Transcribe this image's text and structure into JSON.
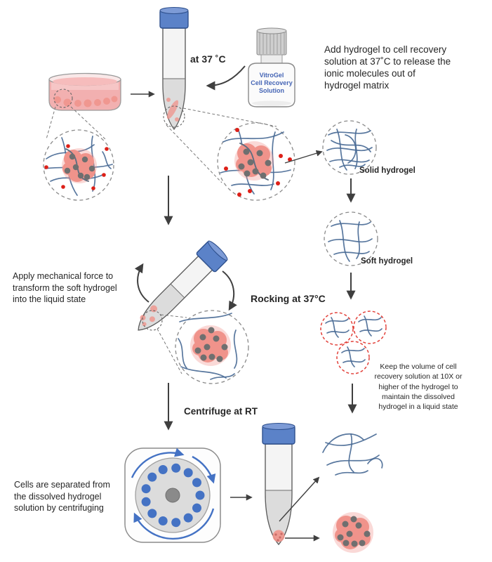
{
  "diagram": {
    "labels": {
      "at_37c": "at 37 ˚C",
      "add_hydrogel": "Add hydrogel to cell recovery\nsolution at 37˚C to release the\nionic molecules out of\nhydrogel matrix",
      "bottle": "VitroGel\nCell Recovery\nSolution",
      "solid_hydrogel": "Solid hydrogel",
      "soft_hydrogel": "Soft hydrogel",
      "apply_force": "Apply mechanical force to\ntransform the soft hydrogel\ninto the liquid state",
      "rocking": "Rocking at 37°C",
      "keep_volume": "Keep the volume of cell\nrecovery solution at 10X or\nhigher of the hydrogel to\nmaintain the dissolved\nhydrogel in a liquid state",
      "centrifuge_rt": "Centrifuge at RT",
      "cells_separated": "Cells are separated from\nthe dissolved hydrogel\nsolution by centrifuging"
    },
    "colors": {
      "cap_blue": "#5b82c8",
      "fiber_blue": "#4a6b96",
      "cell_pink": "#f0938b",
      "nucleus_gray": "#6f6f6f",
      "ion_red": "#dd2018",
      "media_pink": "#f2b0b0",
      "centrifuge_blue": "#4472c4",
      "arrow_dark": "#3f3f3f",
      "bottle_text_blue": "#4565b5"
    }
  }
}
